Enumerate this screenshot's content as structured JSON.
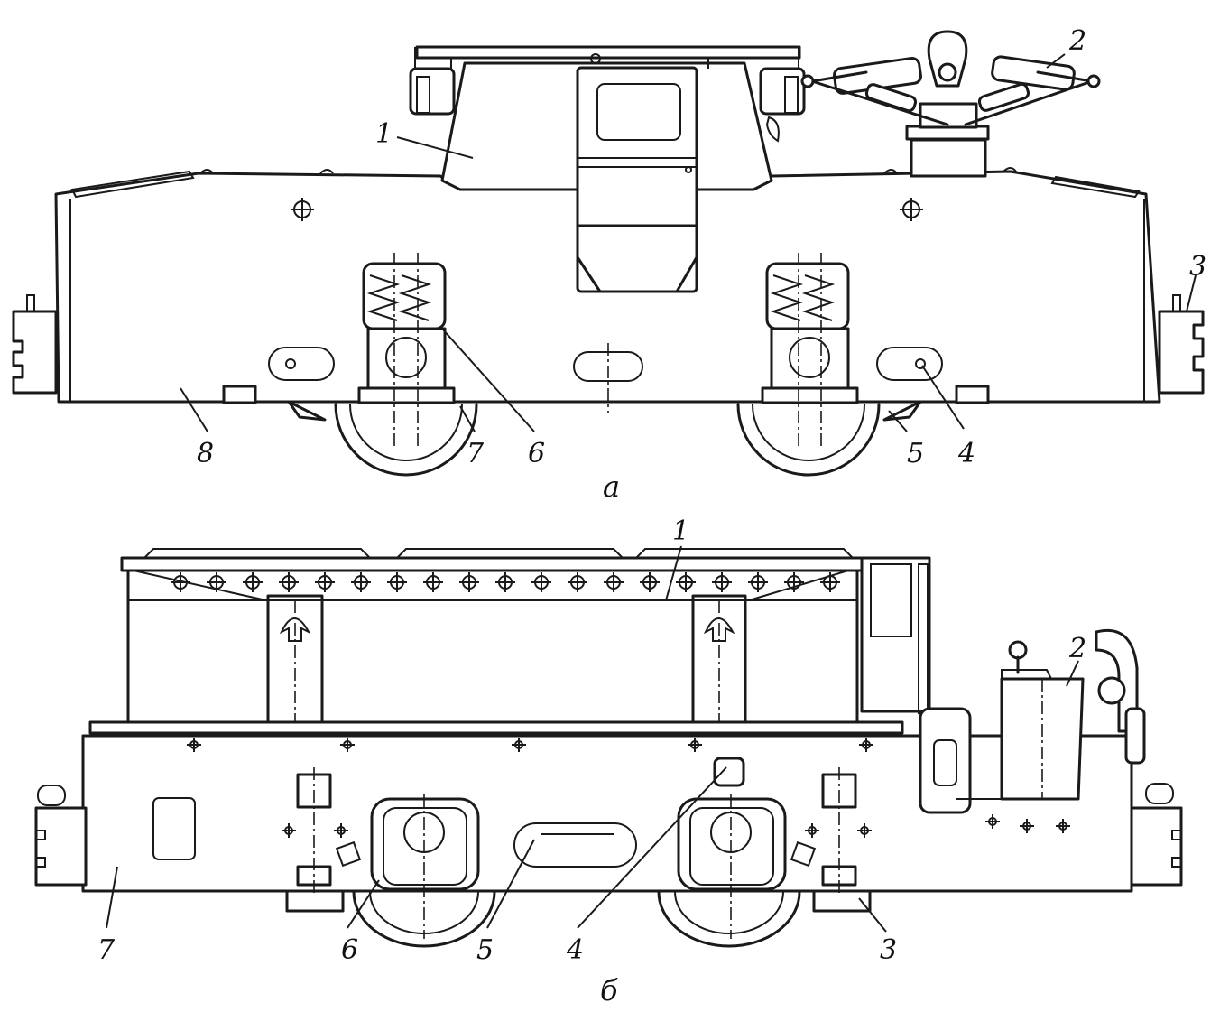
{
  "view_a": {
    "caption": "а",
    "labels": {
      "l1": "1",
      "l2": "2",
      "l3": "3",
      "l4": "4",
      "l5": "5",
      "l6": "6",
      "l7": "7",
      "l8": "8"
    }
  },
  "view_b": {
    "caption": "б",
    "labels": {
      "l1": "1",
      "l2": "2",
      "l3": "3",
      "l4": "4",
      "l5": "5",
      "l6": "6",
      "l7": "7"
    }
  },
  "colors": {
    "ink": "#1a1a1a",
    "paper": "#ffffff"
  }
}
